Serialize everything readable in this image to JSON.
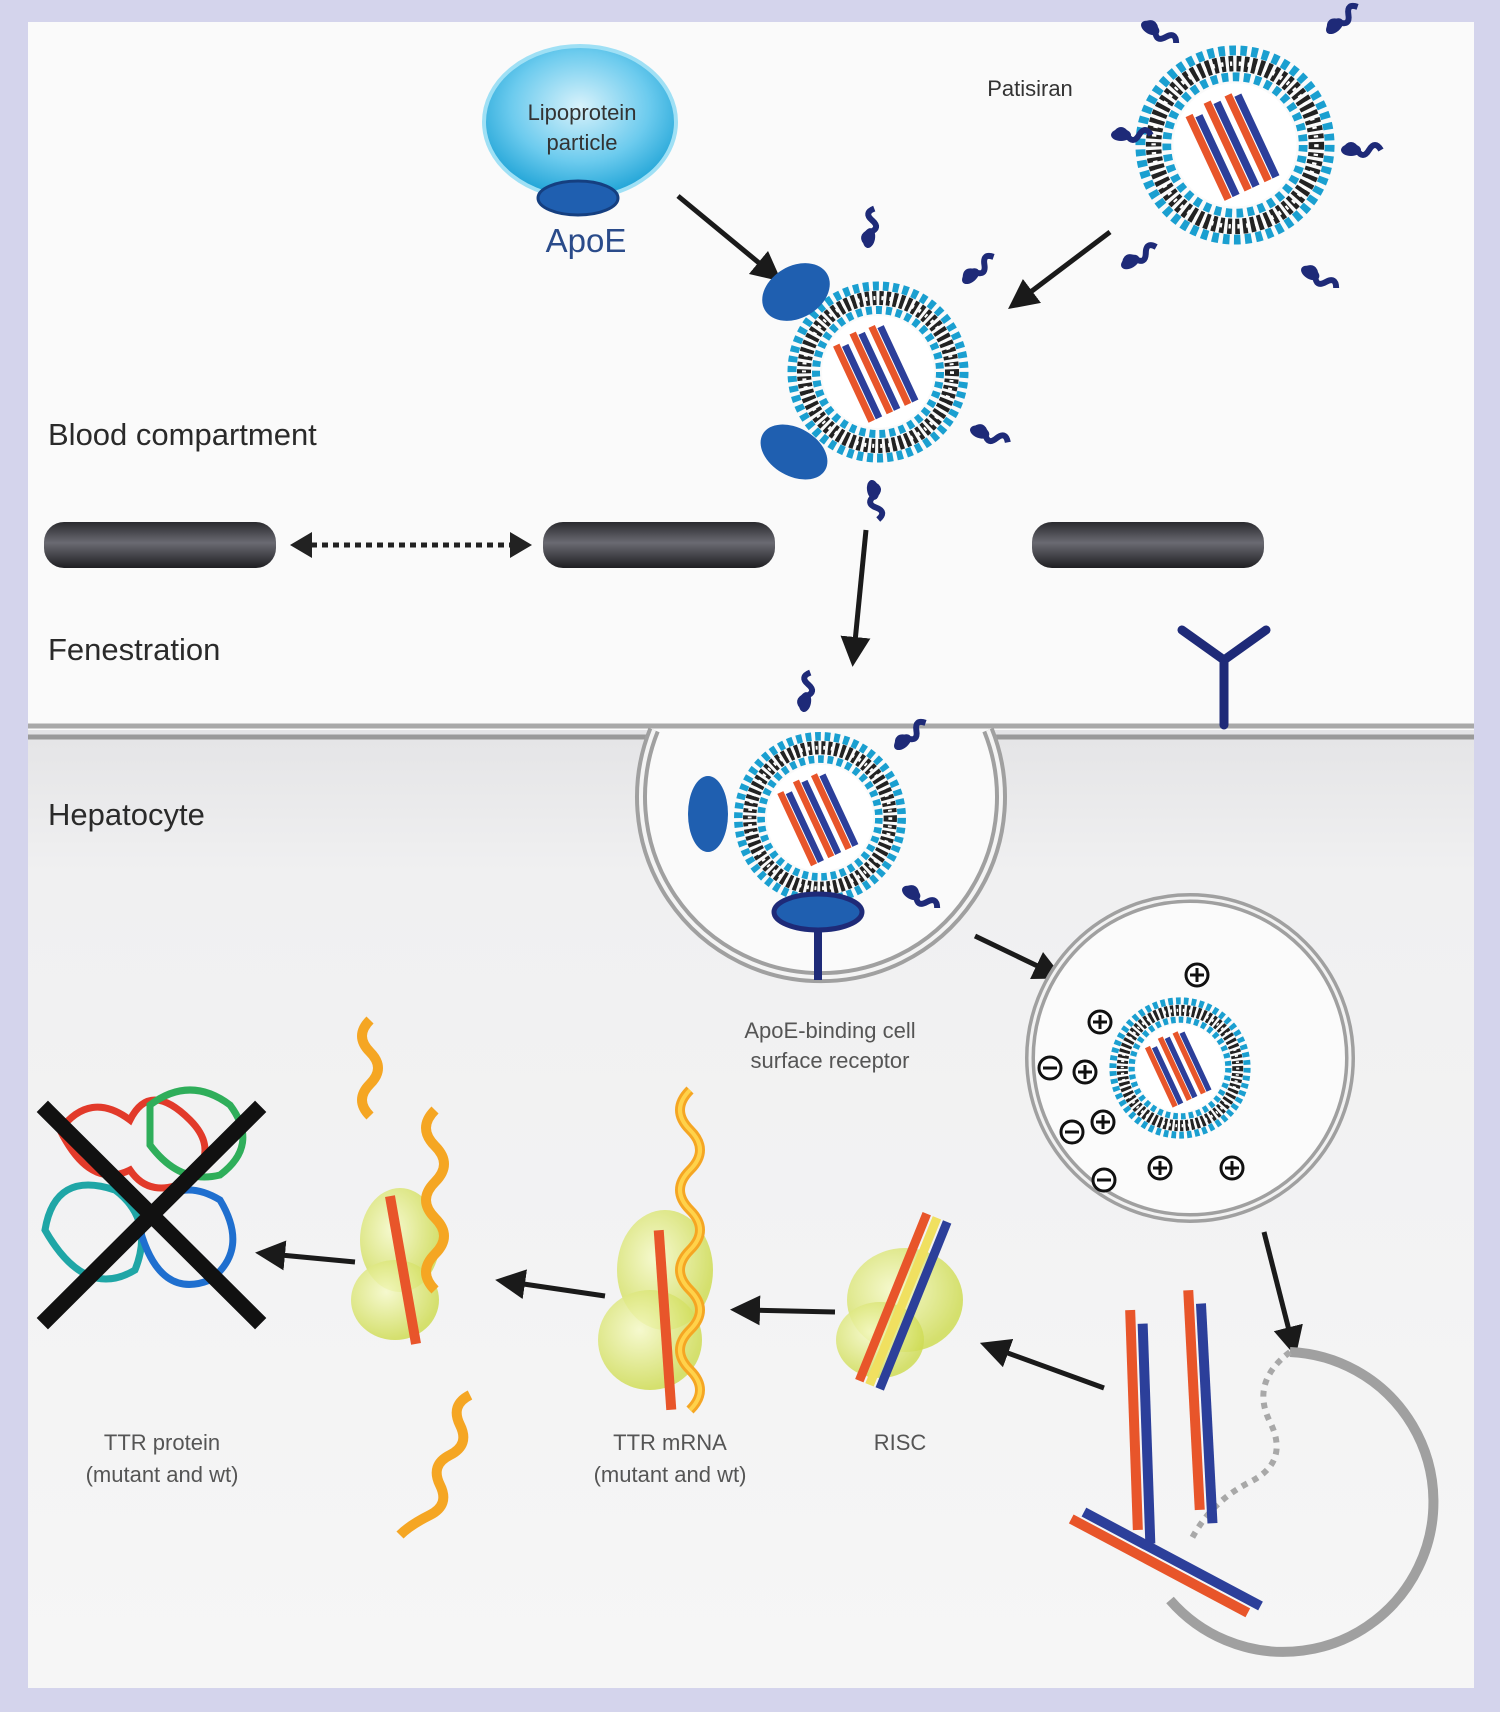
{
  "figure": {
    "regions": {
      "blood": "Blood compartment",
      "fenestration": "Fenestration",
      "hepatocyte": "Hepatocyte"
    },
    "lipoprotein": {
      "line1": "Lipoprotein",
      "line2": "particle",
      "apoe_label": "ApoE"
    },
    "drug": {
      "label": "Patisiran"
    },
    "receptor": {
      "line1": "ApoE-binding cell",
      "line2": "surface receptor"
    },
    "steps": {
      "risc": "RISC",
      "mrna_line1": "TTR mRNA",
      "mrna_line2": "(mutant and wt)",
      "protein_line1": "TTR protein",
      "protein_line2": "(mutant and wt)"
    },
    "charges": {
      "plus": "+",
      "minus": "−"
    },
    "colors": {
      "frame": "#d4d4ec",
      "blood_bg": "#fafafa",
      "cell_bg": "#ececee",
      "lipid_blue": "#1a9fd0",
      "apoe_blue": "#1f5fb0",
      "peg_navy": "#1e2a78",
      "sirna_orange": "#e8552a",
      "sirna_blue": "#2c3f9a",
      "risc_yellow": "#dce86a",
      "mrna_orange": "#f5a623"
    }
  }
}
